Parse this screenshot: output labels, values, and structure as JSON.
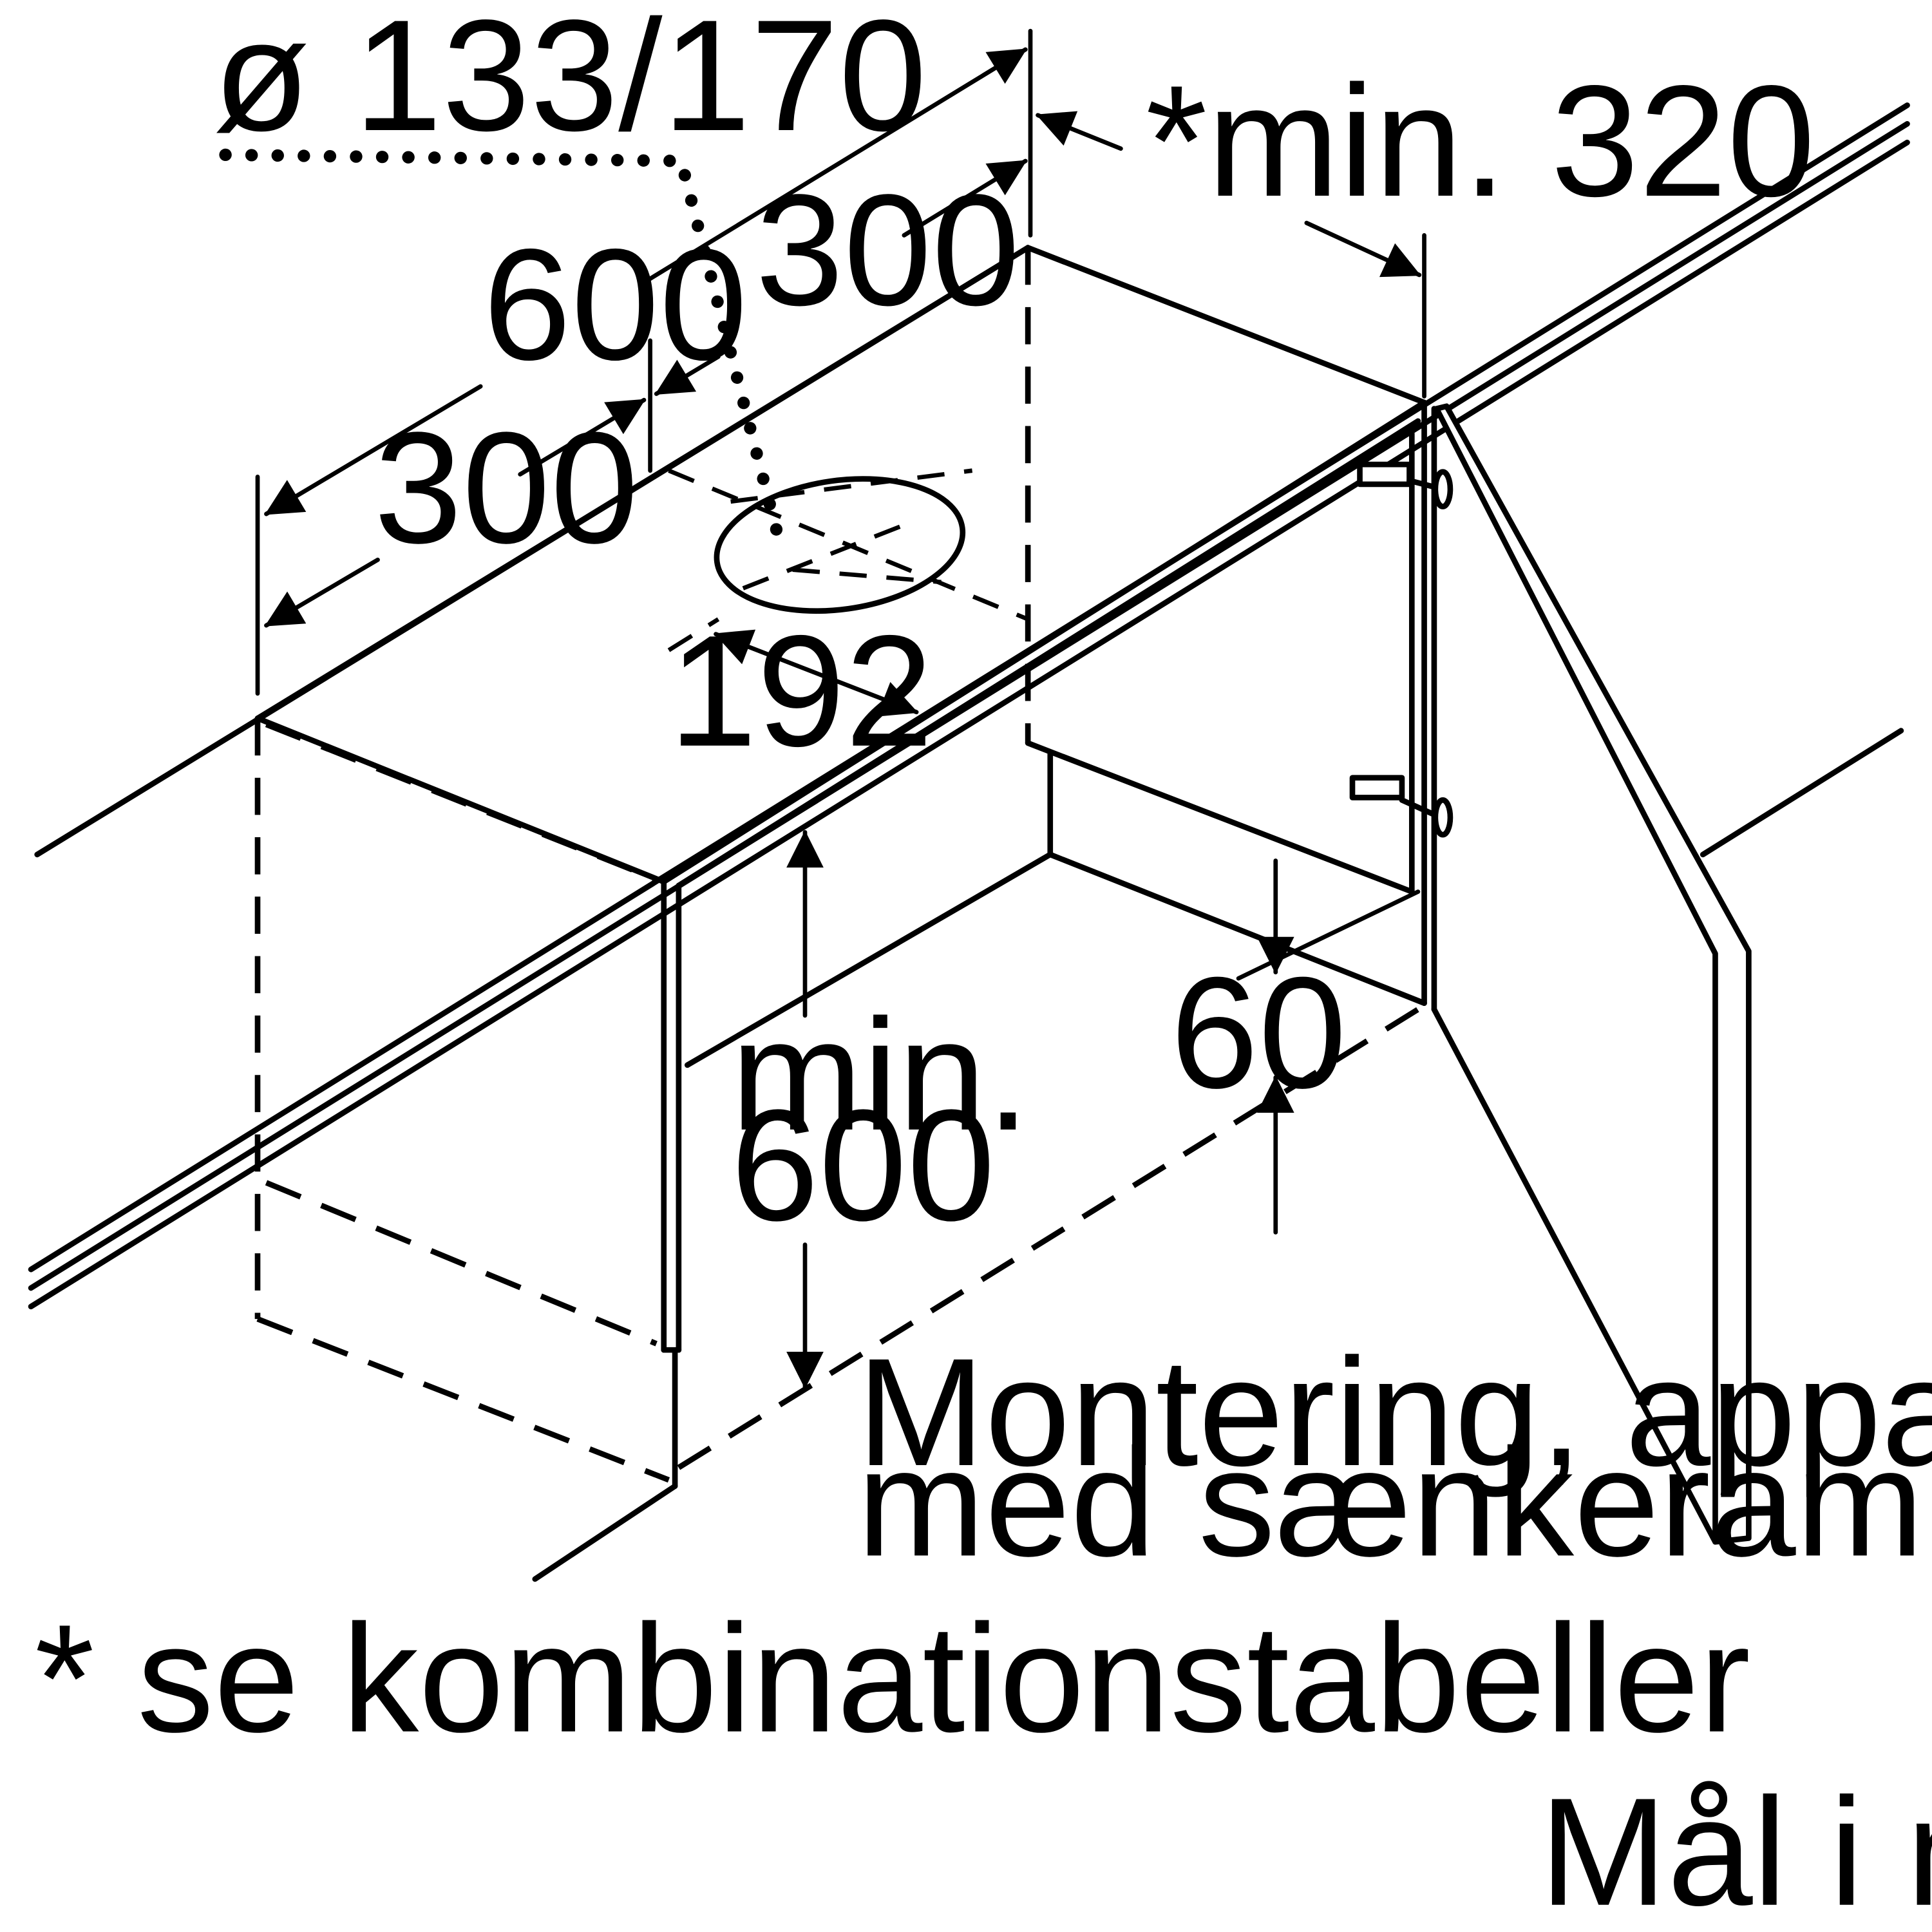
{
  "dimensions": {
    "duct_diameter": "ø 133/170",
    "min_320": "*min. 320",
    "width_600": "600",
    "half_300_upper": "300",
    "half_300_lower": "300",
    "offset_192": "192",
    "min_label": "min.",
    "height_600": "600",
    "depth_60": "60"
  },
  "caption": {
    "line1": "Montering, apparat",
    "line2": "med sænkeramme"
  },
  "footnote": "* se kombinationstabeller",
  "units_note": "Mål i mm"
}
